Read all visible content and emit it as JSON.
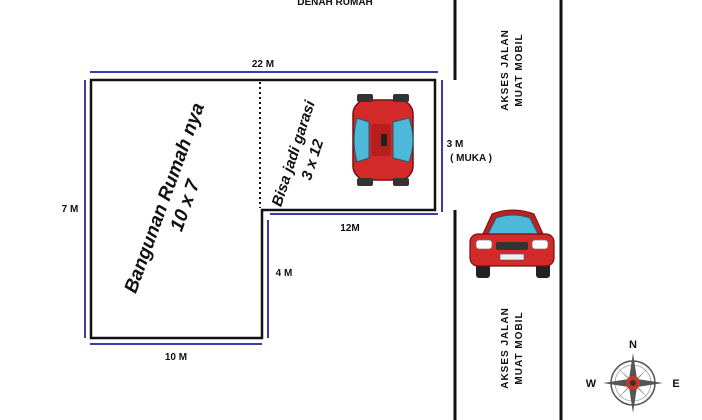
{
  "title": "DENAH RUMAH",
  "dimensions": {
    "top": "22 M",
    "left": "7 M",
    "bottom_left": "10 M",
    "right_front": "3 M",
    "front_note": "( MUKA )",
    "inner_horizontal": "12M",
    "inner_vertical": "4 M"
  },
  "rooms": {
    "house_label": "Bangunan Rumah nya",
    "house_size": "10 x 7",
    "garage_label": "Bisa jadi garasi",
    "garage_size": "3 x 12"
  },
  "road": {
    "label_line1": "AKSES JALAN",
    "label_line2": "MUAT MOBIL"
  },
  "compass": {
    "north": "N",
    "west": "W",
    "east": "E"
  },
  "colors": {
    "dimension_line": "#3a3aa8",
    "car_body": "#d42a2a",
    "wall": "#111111"
  },
  "icons": [
    "car-topview-icon",
    "car-front-icon",
    "compass-rose-icon"
  ]
}
